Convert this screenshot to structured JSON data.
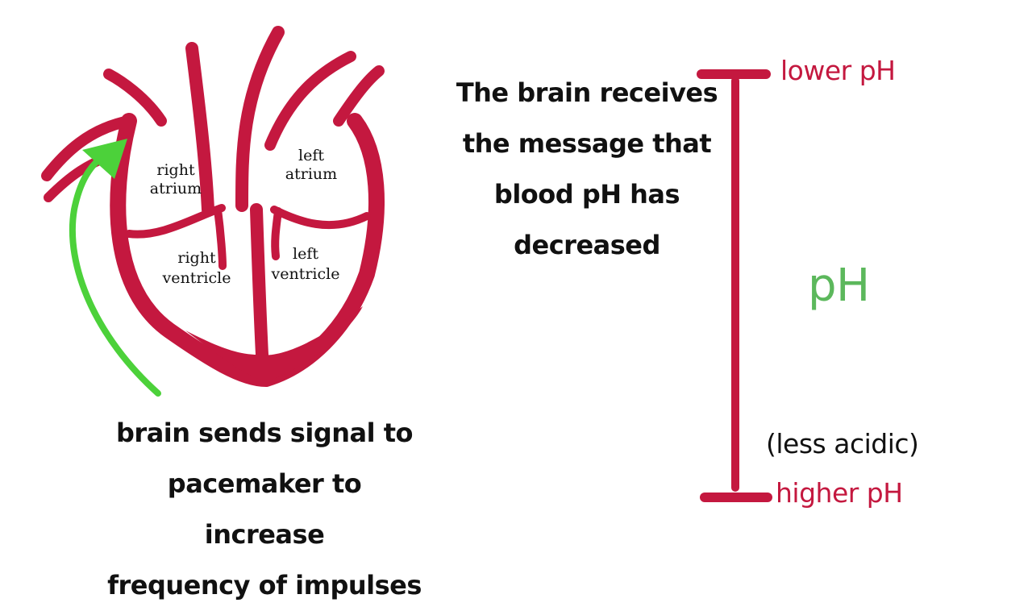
{
  "heart_labels": {
    "right_atrium": [
      "right",
      "atrium"
    ],
    "left_atrium": [
      "left",
      "atrium"
    ],
    "right_ventricle": [
      "right",
      "ventricle"
    ],
    "left_ventricle": [
      "left",
      "ventricle"
    ]
  },
  "captions": {
    "brain_message": [
      "The brain receives",
      "the message that",
      "blood pH has",
      "decreased"
    ],
    "brain_signal": [
      "brain sends signal to",
      "pacemaker to increase",
      "frequency of impulses"
    ]
  },
  "ph_scale": {
    "top_label": "lower pH",
    "center_label": "pH",
    "bottom_note": "(less acidic)",
    "bottom_label": "higher pH"
  },
  "colors": {
    "heart": "#c4183f",
    "scale": "#c4183f",
    "arrow": "#4cd13a",
    "center_label": "#5cb85c",
    "text": "#111111"
  }
}
